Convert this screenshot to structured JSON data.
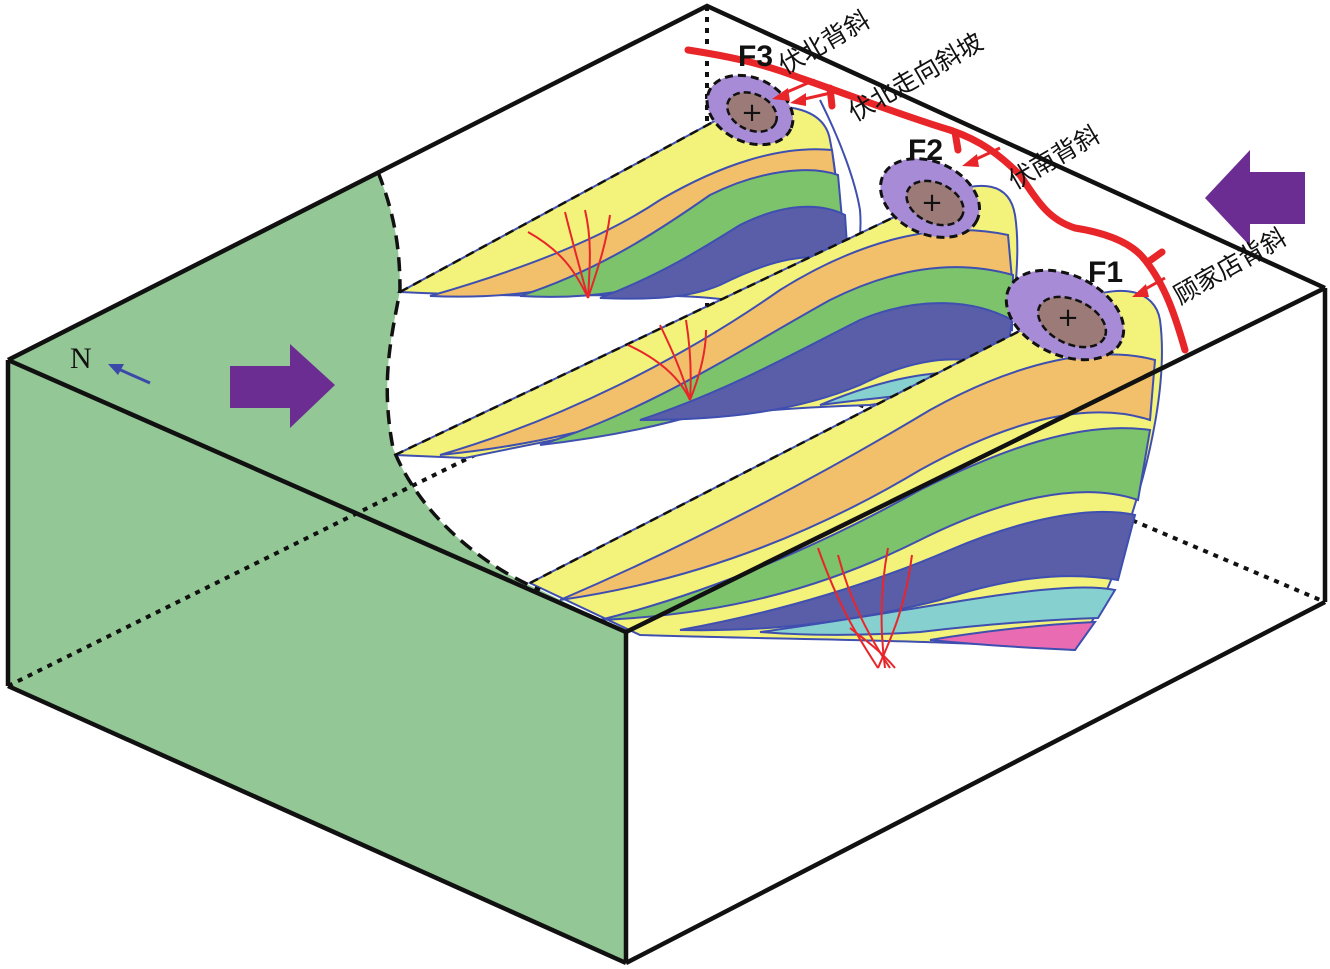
{
  "compass": {
    "north_label": "N"
  },
  "fault_labels": {
    "f1": "F1",
    "f2": "F2",
    "f3": "F3"
  },
  "structure_labels": {
    "fubei_anticline": "伏北背斜",
    "fubei_monocline": "伏北走向斜坡",
    "funan_anticline": "伏南背斜",
    "gujiadian_anticline": "顾家店背斜"
  },
  "colors": {
    "basement_green": "#93c795",
    "compression_arrow": "#6b2d91",
    "thrust_fault": "#e8262a",
    "layer_yellow": "#f3f27a",
    "layer_orange": "#f2c06a",
    "layer_green": "#7cc36c",
    "layer_blue": "#5a5ea8",
    "layer_cyan": "#86d0cf",
    "layer_pink": "#e96cb3",
    "core_purple": "#a78bd6",
    "core_brown": "#9b7a78"
  }
}
